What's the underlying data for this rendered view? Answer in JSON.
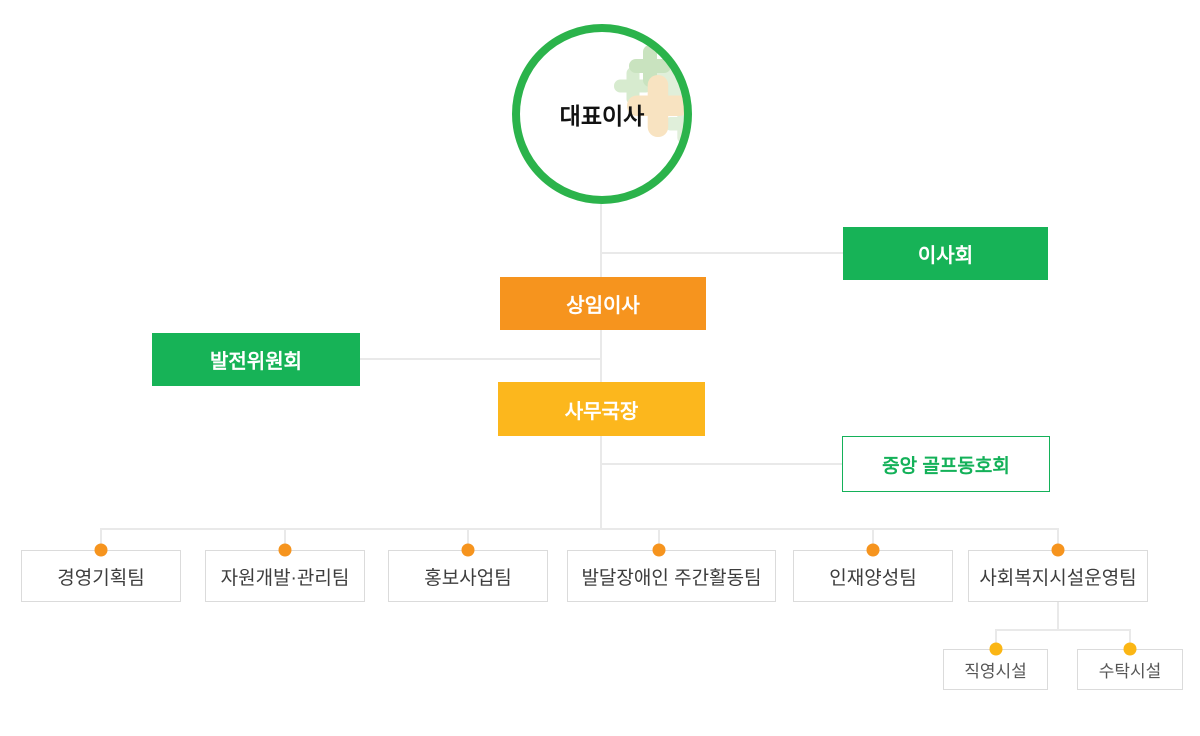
{
  "colors": {
    "ring-green": "#2bb34b",
    "box-green": "#17b357",
    "box-orange": "#f6941e",
    "box-amber": "#fcb71d",
    "golf-green": "#14b159",
    "line-gray": "#e9e9e9",
    "box-border": "#dbdbdb",
    "dot-orange": "#f6941e",
    "dot-amber": "#fbb614",
    "team-text": "#3d3d3d",
    "facility-text": "#565656",
    "ceo-text": "#111111",
    "plus-green-1": "#c9e3bf",
    "plus-green-2": "#e0efda",
    "plus-green-3": "#d7ebcf",
    "plus-peach": "#f8e3c1"
  },
  "org": {
    "ceo": {
      "label": "대표이사"
    },
    "board": {
      "label": "이사회"
    },
    "standing_director": {
      "label": "상임이사"
    },
    "development_committee": {
      "label": "발전위원회"
    },
    "secretary_general": {
      "label": "사무국장"
    },
    "golf_club": {
      "label": "중앙 골프동호회"
    },
    "teams": [
      {
        "label": "경영기획팀"
      },
      {
        "label": "자원개발·관리팀"
      },
      {
        "label": "홍보사업팀"
      },
      {
        "label": "발달장애인 주간활동팀"
      },
      {
        "label": "인재양성팀"
      },
      {
        "label": "사회복지시설운영팀"
      }
    ],
    "facilities": [
      {
        "label": "직영시설"
      },
      {
        "label": "수탁시설"
      }
    ]
  }
}
